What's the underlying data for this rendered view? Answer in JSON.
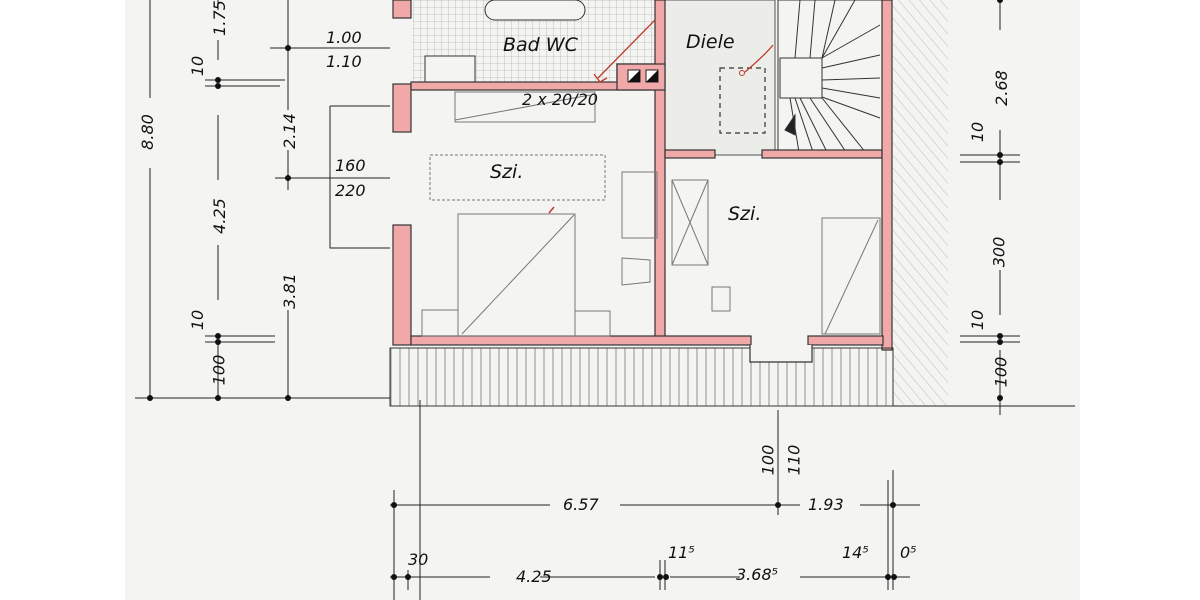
{
  "drawing": {
    "type": "architectural floor plan (upper floor, hand-drawn scan)",
    "wall_color": "#f0a8a8",
    "line_color": "#222222",
    "paper_color": "#f4f4f2"
  },
  "rooms": {
    "bath": "Bad WC",
    "hall": "Diele",
    "bedroom_left": "Szi.",
    "bedroom_right": "Szi."
  },
  "annotations": {
    "chimney": "2 x 20/20"
  },
  "dimensions": {
    "left_outer": {
      "total": "8.80"
    },
    "left_inner": [
      "1.75",
      "10",
      "4.25",
      "10",
      "100"
    ],
    "left_third": [
      "2.14",
      "3.81"
    ],
    "window_top": {
      "upper": "1.00",
      "lower": "1.10"
    },
    "window_mid": {
      "upper": "160",
      "lower": "220"
    },
    "right": [
      "2.68",
      "10",
      "300",
      "10",
      "100"
    ],
    "bottom_row1": [
      "6.57",
      "1.93"
    ],
    "bottom_row2": [
      "30",
      "4.25",
      "11⁵",
      "3.68⁵",
      "14⁵",
      "0⁵"
    ],
    "door_marker": {
      "a": "100",
      "b": "110"
    }
  }
}
